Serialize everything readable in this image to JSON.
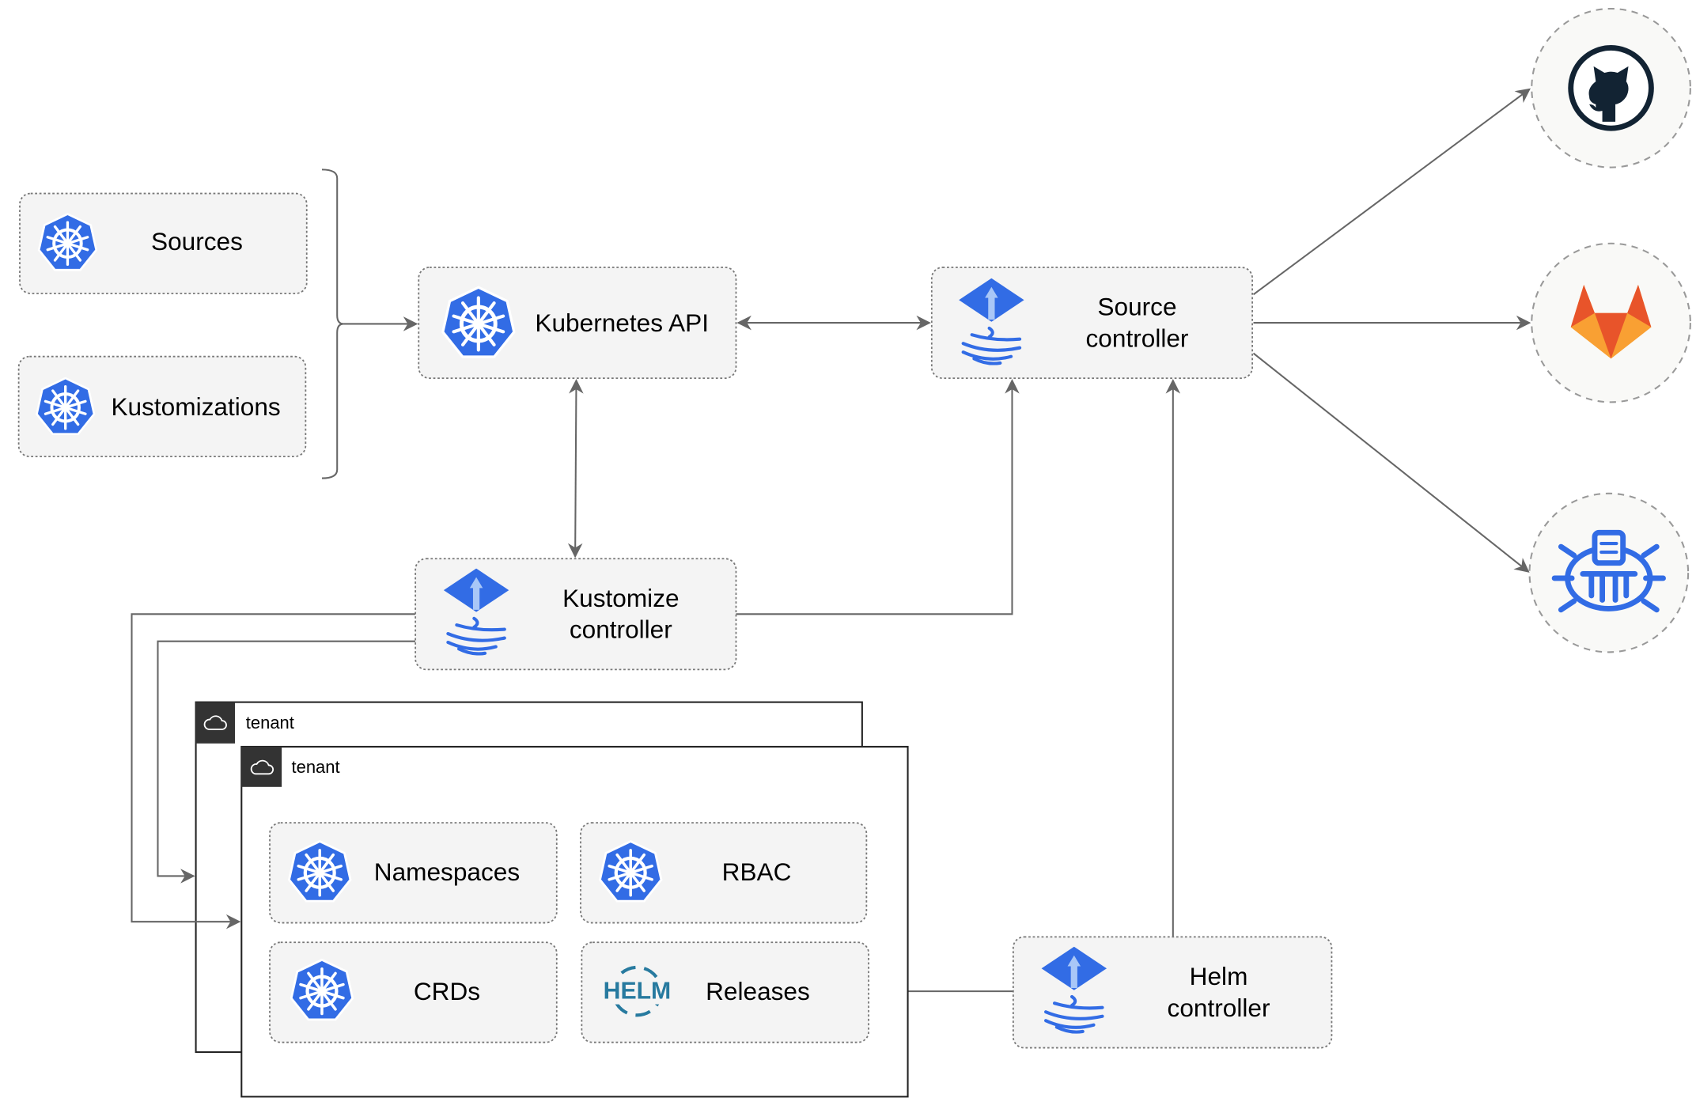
{
  "nodes": {
    "sources": "Sources",
    "kustomizations": "Kustomizations",
    "kubernetes_api": "Kubernetes API",
    "source_controller": [
      "Source",
      "controller"
    ],
    "kustomize_controller": [
      "Kustomize",
      "controller"
    ],
    "helm_controller": [
      "Helm",
      "controller"
    ],
    "namespaces": "Namespaces",
    "rbac": "RBAC",
    "crds": "CRDs",
    "releases": "Releases",
    "helm_logo_text": "HELM"
  },
  "tenants": [
    "tenant",
    "tenant"
  ],
  "external_sources": [
    "github-icon",
    "gitlab-icon",
    "bucket-icon"
  ],
  "colors": {
    "kubernetes_blue": "#326ce5",
    "github_dark": "#122333",
    "gitlab_orange": "#e8542a",
    "gitlab_yellow": "#f9a033",
    "helm_blue": "#277a9f",
    "edge": "#666666"
  }
}
